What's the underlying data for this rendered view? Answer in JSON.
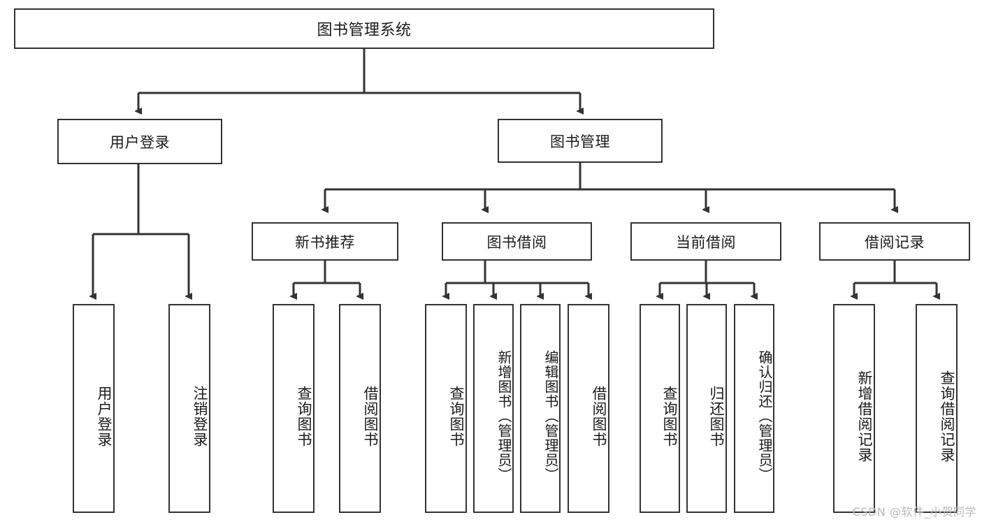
{
  "diagram": {
    "title": "图书管理系统",
    "type": "tree-hierarchy",
    "watermark": "CSDN @软件_小贺同学",
    "root": {
      "label": "图书管理系统"
    },
    "level1": [
      {
        "label": "用户登录"
      },
      {
        "label": "图书管理"
      }
    ],
    "level2": [
      {
        "label": "新书推荐"
      },
      {
        "label": "图书借阅"
      },
      {
        "label": "当前借阅"
      },
      {
        "label": "借阅记录"
      }
    ],
    "leaves": {
      "user_login": [
        {
          "label": "用户登录"
        },
        {
          "label": "注销登录"
        }
      ],
      "new_book_recommend": [
        {
          "label": "查询图书"
        },
        {
          "label": "借阅图书"
        }
      ],
      "book_borrow": [
        {
          "label": "查询图书"
        },
        {
          "label": "新增图书（管理员）"
        },
        {
          "label": "编辑图书（管理员）"
        },
        {
          "label": "借阅图书"
        }
      ],
      "current_borrow": [
        {
          "label": "查询图书"
        },
        {
          "label": "归还图书"
        },
        {
          "label": "确认归还（管理员）"
        }
      ],
      "borrow_record": [
        {
          "label": "新增借阅记录"
        },
        {
          "label": "查询借阅记录"
        }
      ]
    },
    "colors": {
      "stroke": "#333333",
      "fill": "#ffffff",
      "text": "#1a1a1a",
      "watermark": "#b9b9b9"
    }
  }
}
